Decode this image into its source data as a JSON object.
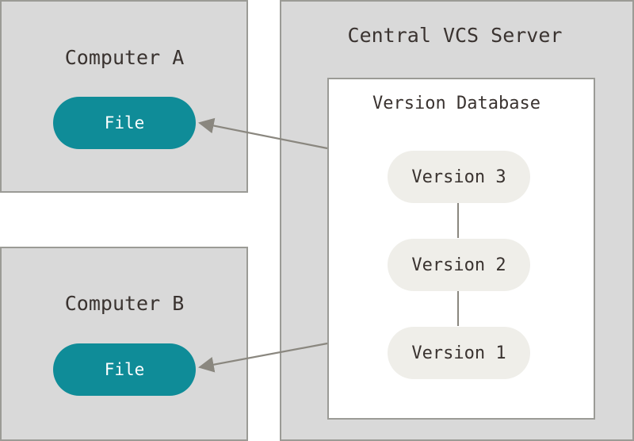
{
  "computer_a": {
    "title": "Computer A",
    "file_label": "File"
  },
  "computer_b": {
    "title": "Computer B",
    "file_label": "File"
  },
  "server": {
    "title": "Central VCS Server",
    "database": {
      "title": "Version Database",
      "versions": [
        "Version 3",
        "Version 2",
        "Version 1"
      ]
    }
  },
  "colors": {
    "box_fill": "#d9d9d9",
    "box_border": "#9b9b96",
    "file_fill": "#0f8c98",
    "version_fill": "#efeee9",
    "text": "#3a3330",
    "arrow": "#8a877f"
  }
}
